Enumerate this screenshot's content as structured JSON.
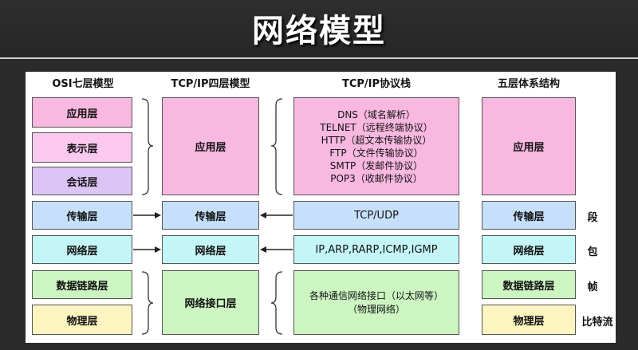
{
  "title": "网络模型",
  "headers": {
    "osi": "OSI七层模型",
    "tcpip4": "TCP/IP四层模型",
    "stack": "TCP/IP协议栈",
    "five": "五层体系结构"
  },
  "osi": {
    "application": "应用层",
    "presentation": "表示层",
    "session": "会话层",
    "transport": "传输层",
    "network": "网络层",
    "datalink": "数据链路层",
    "physical": "物理层"
  },
  "tcpip4": {
    "application": "应用层",
    "transport": "传输层",
    "network": "网络层",
    "interface": "网络接口层"
  },
  "stack": {
    "application": [
      "DNS（域名解析）",
      "TELNET（远程终端协议）",
      "HTTP（超文本传输协议）",
      "FTP（文件传输协议）",
      "SMTP（发邮件协议）",
      "POP3（收邮件协议）"
    ],
    "transport": "TCP/UDP",
    "network": "IP,ARP,RARP,ICMP,IGMP",
    "interface": [
      "各种通信网络接口（以太网等）",
      "（物理网络）"
    ]
  },
  "five": {
    "application": "应用层",
    "transport": "传输层",
    "network": "网络层",
    "datalink": "数据链路层",
    "physical": "物理层"
  },
  "units": {
    "transport": "段",
    "network": "包",
    "datalink": "帧",
    "physical": "比特流"
  }
}
